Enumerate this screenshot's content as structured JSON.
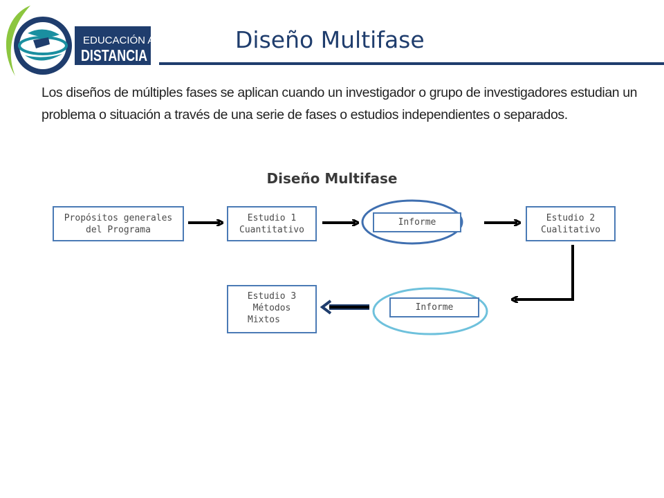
{
  "header": {
    "title": "Diseño Multifase",
    "logo": {
      "line1": "EDUCACIÓN A",
      "line2": "DISTANCIA"
    },
    "colors": {
      "navy": "#1f3d6d",
      "green": "#8cc63f",
      "teal": "#1a8fa0"
    }
  },
  "intro_text": "Los diseños de múltiples  fases se aplican cuando un investigador o grupo de investigadores estudian un problema o situación a través de una serie de fases o  estudios independientes  o separados.",
  "diagram": {
    "title": "Diseño Multifase",
    "nodes": {
      "propositos": [
        "Propósitos generales",
        "del Programa"
      ],
      "estudio1": [
        "Estudio 1",
        "Cuantitativo"
      ],
      "informe1": "Informe",
      "estudio2": [
        "Estudio 2",
        "Cualitativo"
      ],
      "informe2": "Informe",
      "estudio3": [
        "Estudio 3",
        "Métodos",
        "Mixtos"
      ]
    },
    "colors": {
      "box_border": "#4a7ab5",
      "ellipse_blue": "#3f6fb0",
      "ellipse_teal": "#6ec1dc",
      "arrow": "#000000",
      "arrow_highlight": "#1f3d6d"
    }
  }
}
